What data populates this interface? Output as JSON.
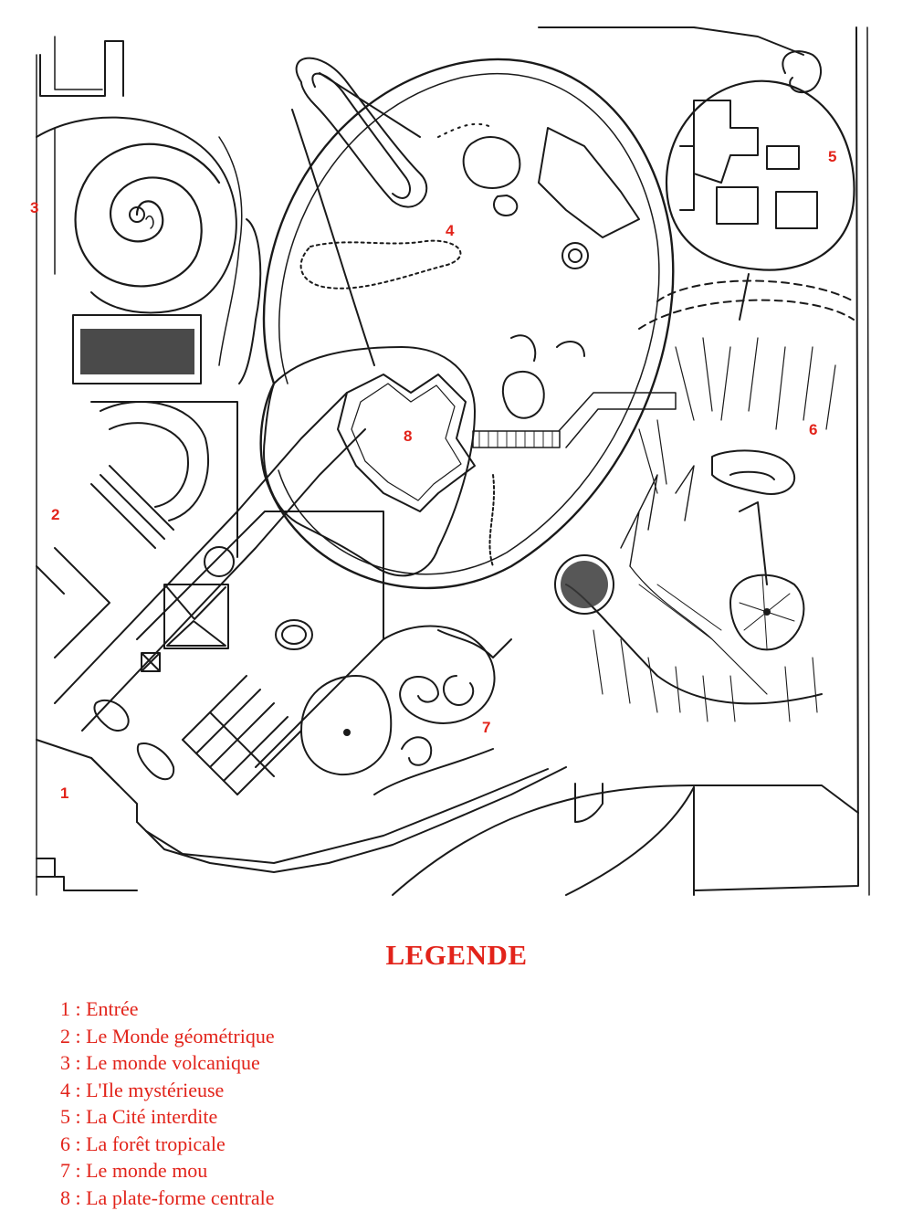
{
  "plan": {
    "zone_numbers": [
      "1",
      "2",
      "3",
      "4",
      "5",
      "6",
      "7",
      "8"
    ]
  },
  "legend": {
    "title": "LEGENDE",
    "items": [
      "1 : Entrée",
      "2 : Le Monde géométrique",
      "3 : Le monde volcanique",
      "4 : L'Ile mystérieuse",
      "5 : La Cité interdite",
      "6 : La forêt tropicale",
      "7 : Le monde mou",
      "8 : La plate-forme centrale"
    ]
  },
  "colors": {
    "label": "#e2231a",
    "line": "#1a1a1a",
    "background": "#ffffff"
  }
}
